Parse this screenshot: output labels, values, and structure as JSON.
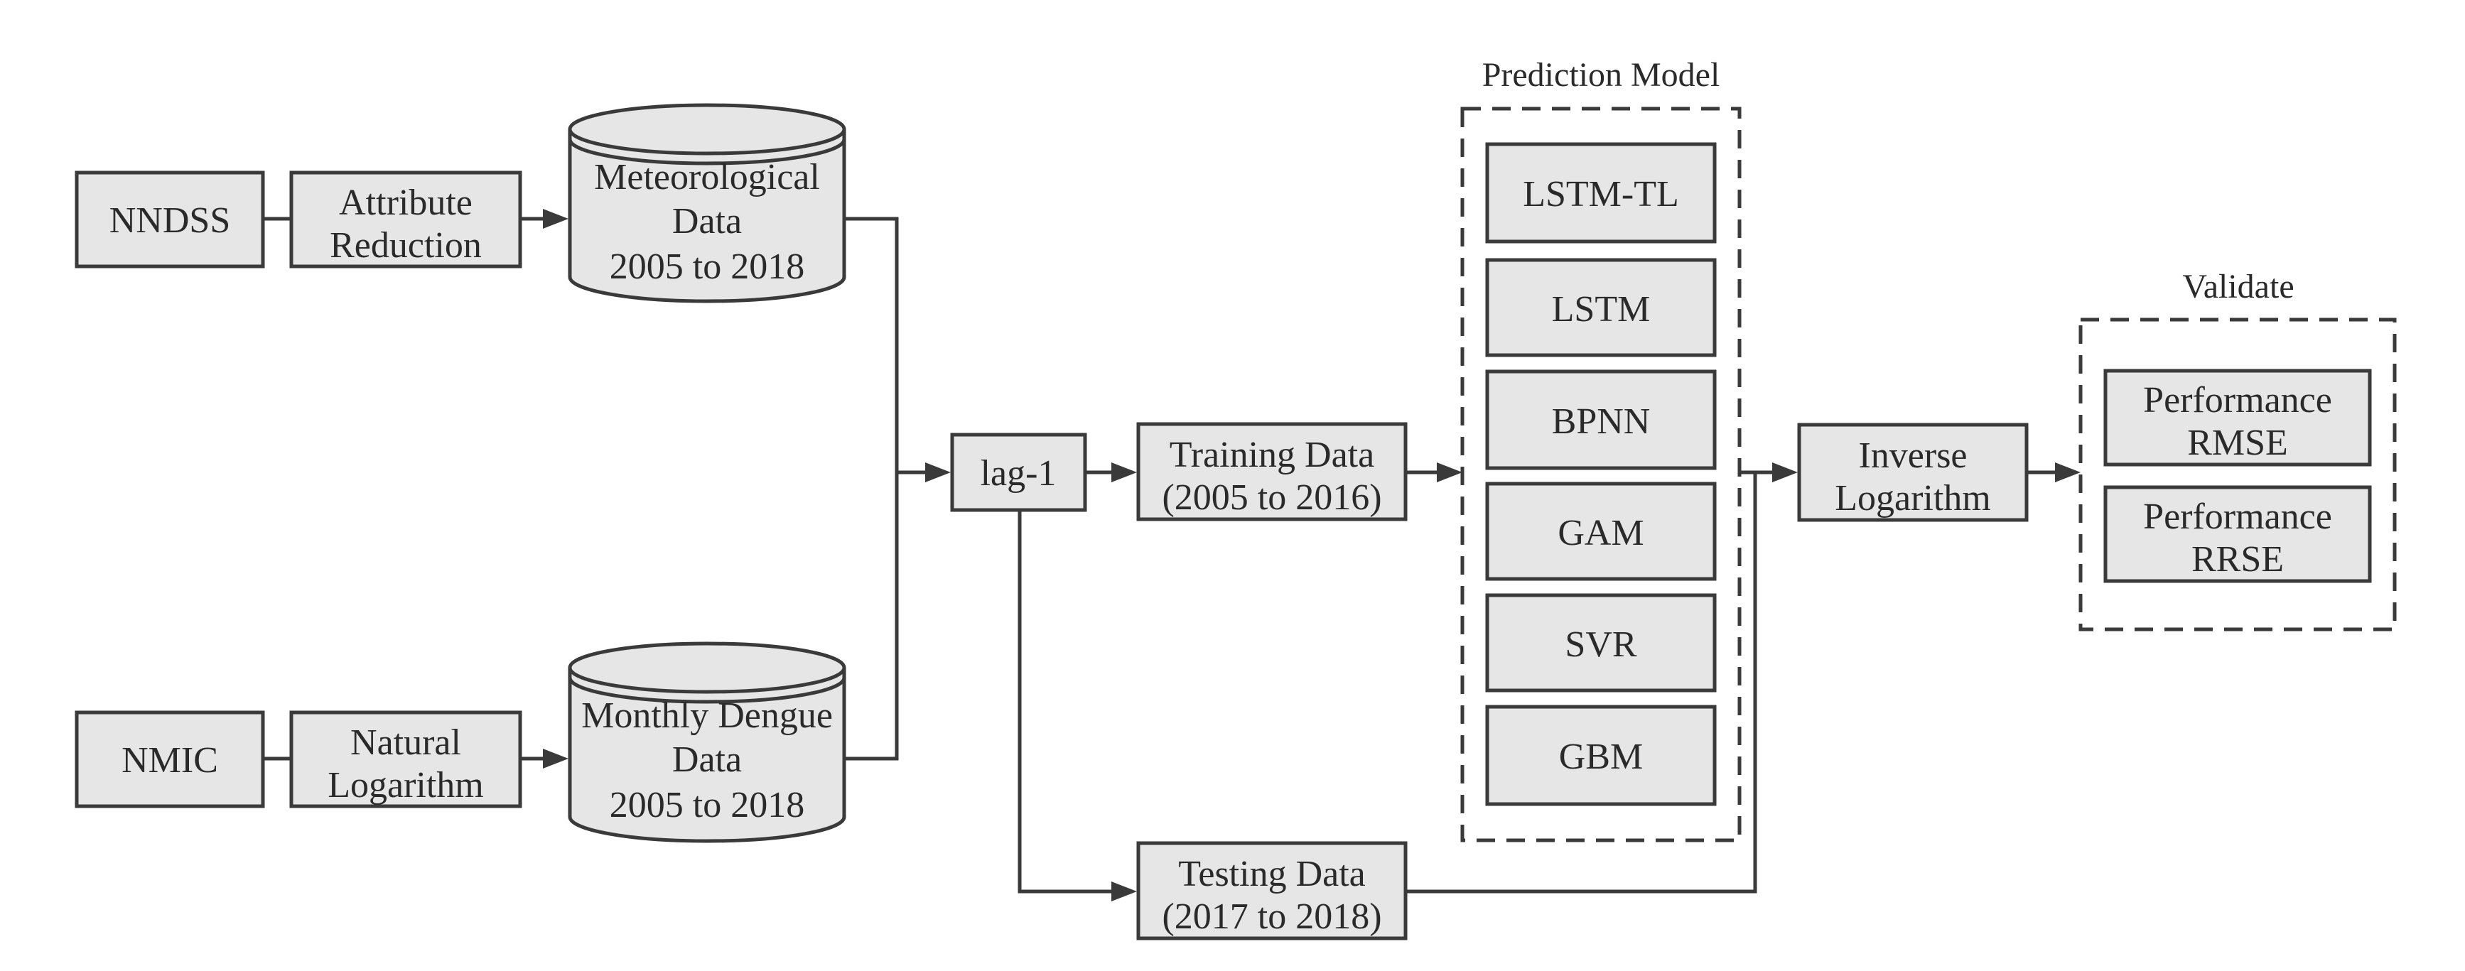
{
  "sources": {
    "nndss": "NNDSS",
    "nmic": "NMIC"
  },
  "processing": {
    "attribute_reduction": [
      "Attribute",
      "Reduction"
    ],
    "natural_logarithm": [
      "Natural",
      "Logarithm"
    ]
  },
  "datasets": {
    "meteorological": [
      "Meteorological",
      "Data",
      "2005 to 2018"
    ],
    "dengue": [
      "Monthly Dengue",
      "Data",
      "2005 to 2018"
    ]
  },
  "lag": "lag-1",
  "training": [
    "Training Data",
    "(2005 to 2016)"
  ],
  "testing": [
    "Testing Data",
    "(2017 to 2018)"
  ],
  "prediction_model": {
    "title": "Prediction Model",
    "models": [
      "LSTM-TL",
      "LSTM",
      "BPNN",
      "GAM",
      "SVR",
      "GBM"
    ]
  },
  "inverse": [
    "Inverse",
    "Logarithm"
  ],
  "validate": {
    "title": "Validate",
    "metrics": [
      [
        "Performance",
        "RMSE"
      ],
      [
        "Performance",
        "RRSE"
      ]
    ]
  }
}
